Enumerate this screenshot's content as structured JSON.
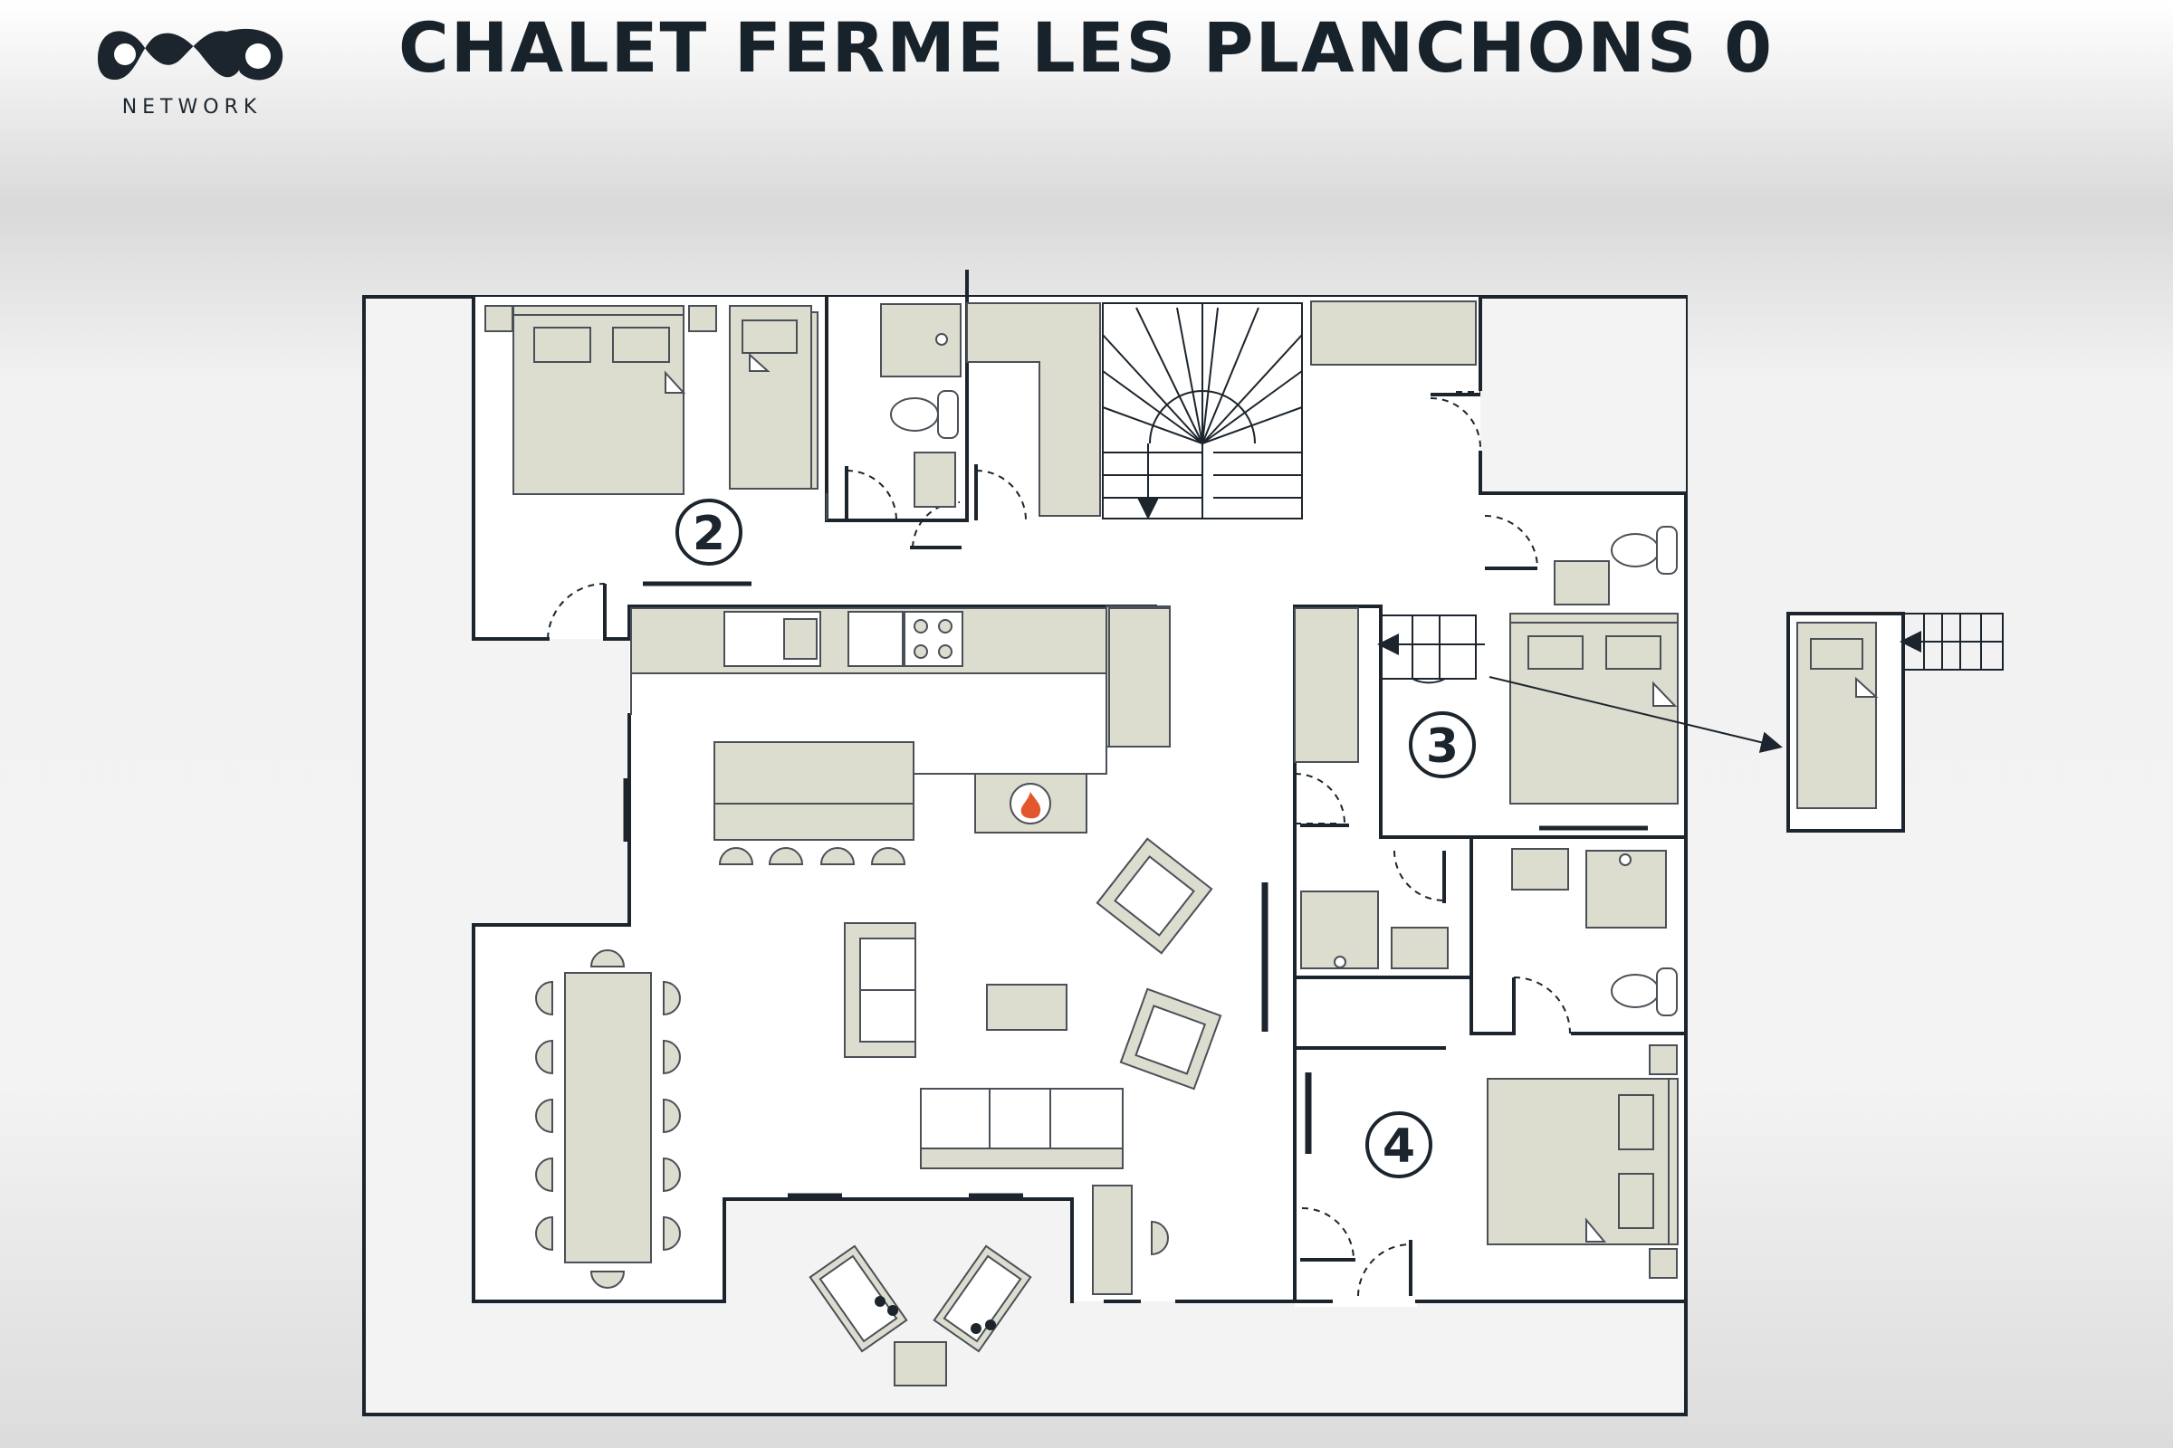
{
  "header": {
    "title": "CHALET FERME LES PLANCHONS 0",
    "logo_text": "NETWORK"
  },
  "rooms": [
    {
      "number": "2"
    },
    {
      "number": "3"
    },
    {
      "number": "4"
    }
  ],
  "colors": {
    "wall": "#1c252d",
    "furniture_fill": "#dcdccf",
    "furniture_stroke": "#4a5057",
    "floor": "#ffffff",
    "outside": "#f3f3f3",
    "flame": "#e2572b"
  },
  "icons": [
    "logo-mark",
    "fireplace-flame-icon",
    "toilet-icon",
    "sink-icon",
    "shower-icon",
    "stove-icon",
    "staircase-icon",
    "direction-arrow-icon",
    "sunglasses-icon"
  ]
}
